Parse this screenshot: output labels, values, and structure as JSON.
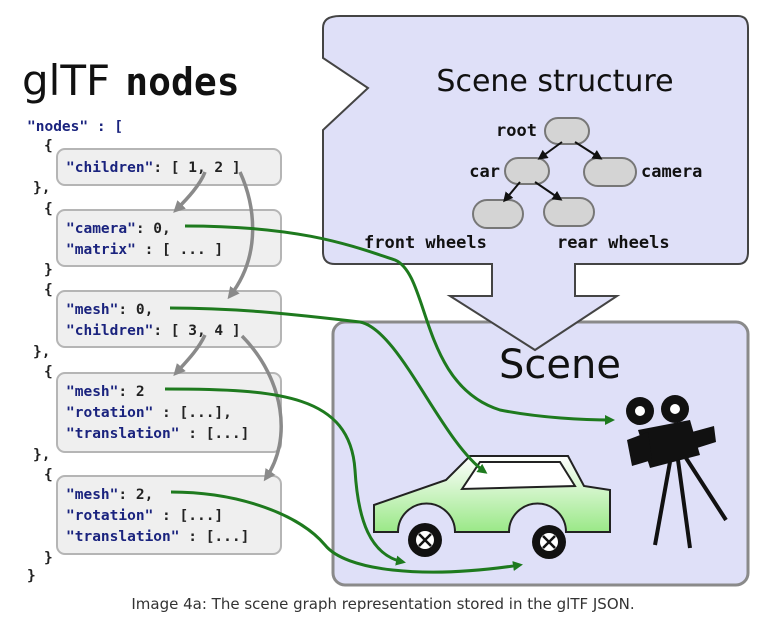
{
  "title": {
    "prefix": "glTF",
    "suffix": "nodes"
  },
  "json": {
    "open": "\"nodes\" : [",
    "close": "}",
    "brace_open": "{",
    "brace_close": "}",
    "brace_close_comma": "},",
    "nodes": [
      {
        "lines": [
          {
            "key": "\"children\"",
            "rest": ": [ 1, 2 ]"
          }
        ]
      },
      {
        "lines": [
          {
            "key": "\"camera\"",
            "rest": ": 0,"
          },
          {
            "key": "\"matrix\"",
            "rest": " : [ ... ]"
          }
        ]
      },
      {
        "lines": [
          {
            "key": "\"mesh\"",
            "rest": ": 0,"
          },
          {
            "key": "\"children\"",
            "rest": ": [ 3, 4 ]"
          }
        ]
      },
      {
        "lines": [
          {
            "key": "\"mesh\"",
            "rest": ": 2"
          },
          {
            "key": "\"rotation\"",
            "rest": " : [...],"
          },
          {
            "key": "\"translation\"",
            "rest": " : [...]"
          }
        ]
      },
      {
        "lines": [
          {
            "key": "\"mesh\"",
            "rest": ": 2,"
          },
          {
            "key": "\"rotation\"",
            "rest": " : [...]"
          },
          {
            "key": "\"translation\"",
            "rest": " : [...]"
          }
        ]
      }
    ]
  },
  "scene_structure": {
    "title": "Scene structure",
    "labels": {
      "root": "root",
      "car": "car",
      "camera": "camera",
      "front": "front wheels",
      "rear": "rear wheels"
    }
  },
  "scene": {
    "title": "Scene"
  },
  "caption": "Image 4a: The scene graph representation stored in the glTF JSON.",
  "colors": {
    "green_arrow": "#1e7a1e",
    "gray_arrow": "#8a8a8a",
    "scene_fill": "#dfe0f8",
    "node_fill": "#d4d4d4",
    "box_fill": "#efefef",
    "car_fill": "#b7f0a4"
  }
}
